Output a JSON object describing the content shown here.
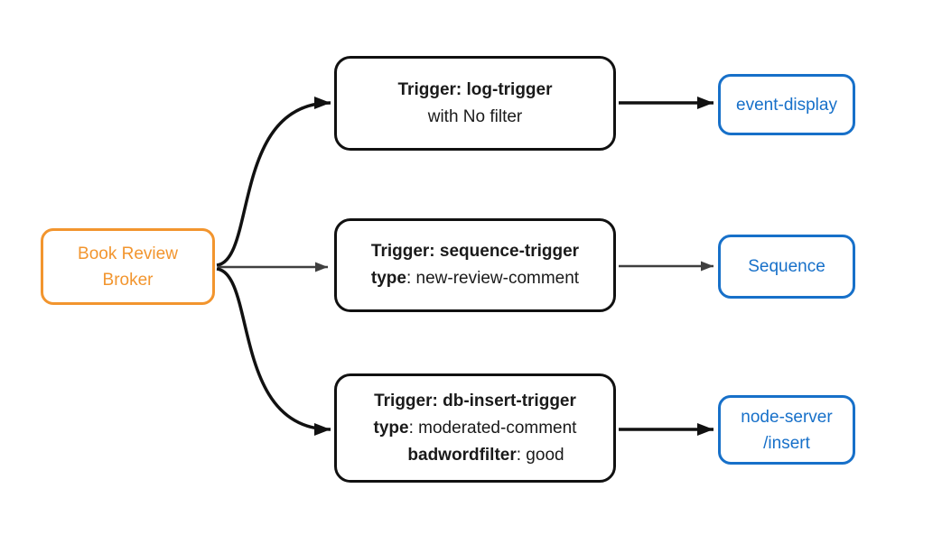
{
  "colors": {
    "broker_accent": "#F2952E",
    "sink_accent": "#1770C9",
    "arrow_black": "#111111",
    "arrow_gray": "#3F3F3F",
    "text_dark": "#1A1A1A",
    "background": "#FFFFFF"
  },
  "diagram": {
    "broker": {
      "line1": "Book Review",
      "line2": "Broker"
    },
    "triggers": [
      {
        "title": "Trigger: log-trigger",
        "subtitle": "with No filter"
      },
      {
        "title": "Trigger: sequence-trigger",
        "prop1_key": "type",
        "prop1_value": ": new-review-comment"
      },
      {
        "title": "Trigger: db-insert-trigger",
        "prop1_key": "type",
        "prop1_value": ": moderated-comment",
        "prop2_key": "badwordfilter",
        "prop2_value": ": good"
      }
    ],
    "sinks": [
      {
        "label": "event-display"
      },
      {
        "label": "Sequence"
      },
      {
        "label": "node-server",
        "label_line2": "/insert"
      }
    ]
  }
}
